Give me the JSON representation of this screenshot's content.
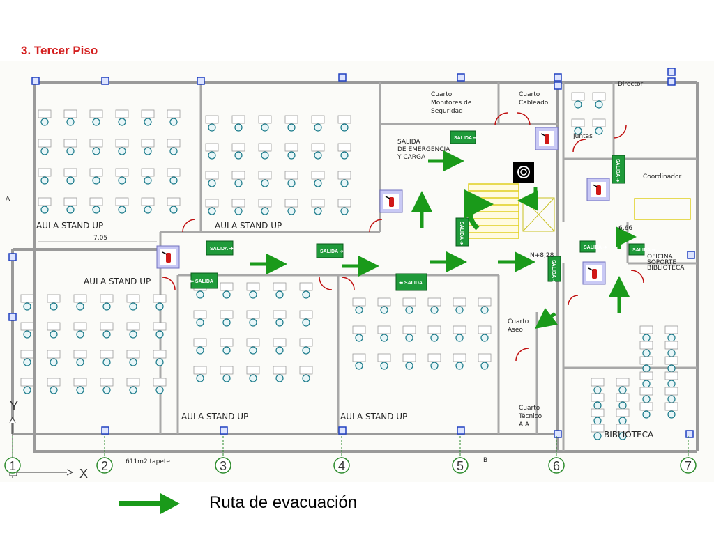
{
  "title": "3. Tercer Piso",
  "legend": {
    "label": "Ruta de evacuación",
    "color": "#1a9a1a"
  },
  "rooms": {
    "aula1": "AULA STAND UP",
    "aula2": "AULA STAND UP",
    "aula3": "AULA STAND UP",
    "aula4": "AULA STAND UP",
    "aula5": "AULA STAND UP",
    "monitores": [
      "Cuarto",
      "Monitores de",
      "Seguridad"
    ],
    "cableado": [
      "Cuarto",
      "Cableado"
    ],
    "salida_emergencia": [
      "SALIDA",
      "DE EMERGENCIA",
      "Y CARGA"
    ],
    "director": "Director",
    "juntas": "Juntas",
    "coordinador": "Coordinador",
    "soporte": [
      "OFICINA",
      "SOPORTE",
      "BIBLIOTECA"
    ],
    "aseo": [
      "Cuarto",
      "Aseo"
    ],
    "tecnico": [
      "Cuarto",
      "Técnico",
      "A.A"
    ],
    "biblioteca": "BIBLIOTECA"
  },
  "annotations": {
    "dimension": "7,05",
    "area": "611m2 tapete",
    "level_1": "N+8,28",
    "level_2": "6,66",
    "marker_a": "A",
    "marker_b": "B",
    "axis_x": "X",
    "axis_y": "Y"
  },
  "exit_sign_text": "SALIDA",
  "axis_numbers": [
    "1",
    "2",
    "3",
    "4",
    "5",
    "6",
    "7"
  ],
  "colors": {
    "wall": "#9a9a9a",
    "column": "#2040c0",
    "desk": "#1a7a8a",
    "door": "#c01010",
    "stair": "#e0d020",
    "sign": "#1f9a3a",
    "arrow": "#1a9a1a"
  }
}
